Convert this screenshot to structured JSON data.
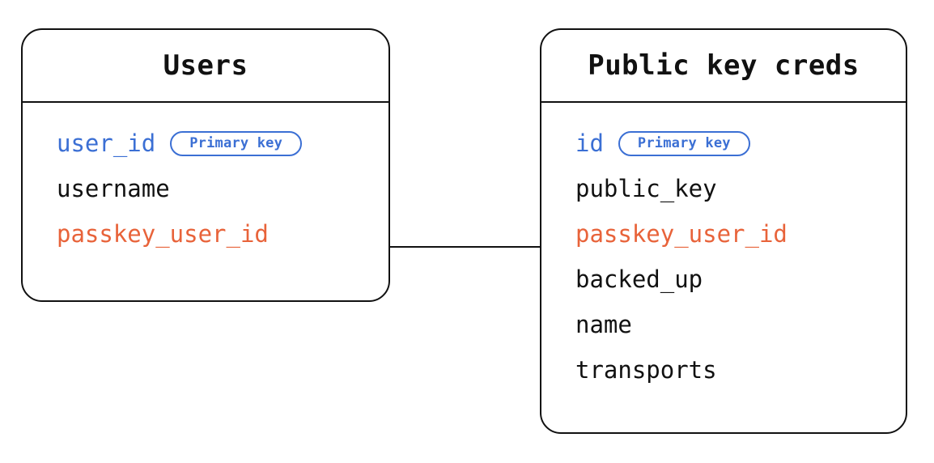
{
  "diagram": {
    "type": "entity-relationship-diagram",
    "background_color": "#ffffff",
    "colors": {
      "border": "#111111",
      "text": "#111111",
      "primary_key": "#3b6fd4",
      "foreign_key": "#e8633a"
    },
    "entities": [
      {
        "id": "users",
        "title": "Users",
        "attributes": [
          {
            "name": "user_id",
            "role": "primary",
            "badge": "Primary key"
          },
          {
            "name": "username",
            "role": "plain",
            "badge": null
          },
          {
            "name": "passkey_user_id",
            "role": "foreign",
            "badge": null
          }
        ]
      },
      {
        "id": "public-key-creds",
        "title": "Public key creds",
        "attributes": [
          {
            "name": "id",
            "role": "primary",
            "badge": "Primary key"
          },
          {
            "name": "public_key",
            "role": "plain",
            "badge": null
          },
          {
            "name": "passkey_user_id",
            "role": "foreign",
            "badge": null
          },
          {
            "name": "backed_up",
            "role": "plain",
            "badge": null
          },
          {
            "name": "name",
            "role": "plain",
            "badge": null
          },
          {
            "name": "transports",
            "role": "plain",
            "badge": null
          }
        ]
      }
    ],
    "relationships": [
      {
        "id": "users-to-creds",
        "from_entity": "users",
        "from_attribute": "passkey_user_id",
        "to_entity": "public-key-creds",
        "to_attribute": "passkey_user_id"
      }
    ]
  }
}
